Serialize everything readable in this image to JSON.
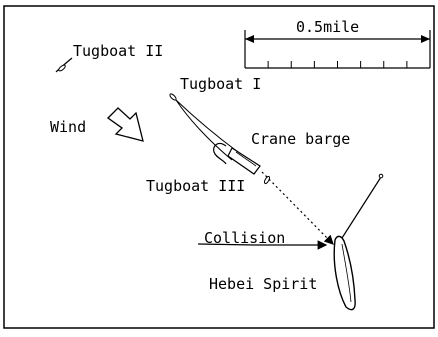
{
  "scale": {
    "label": "0.5mile",
    "ticks": 8
  },
  "labels": {
    "tug2": "Tugboat II",
    "tug1": "Tugboat I",
    "wind": "Wind",
    "crane": "Crane barge",
    "tug3": "Tugboat III",
    "collision": "Collision",
    "hebei": "Hebei Spirit"
  }
}
